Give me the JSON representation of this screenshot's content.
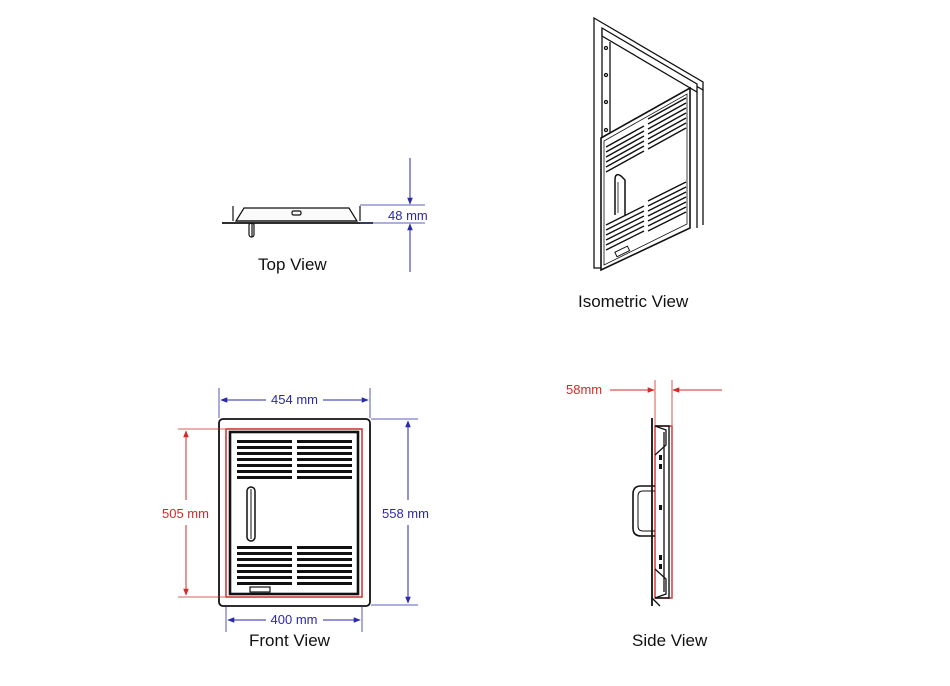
{
  "colors": {
    "outline": "#111111",
    "dimension_blue": "#2a2aa8",
    "dimension_red": "#d42a2a"
  },
  "views": {
    "top": {
      "caption": "Top View",
      "dimension": "48 mm"
    },
    "isometric": {
      "caption": "Isometric View"
    },
    "front": {
      "caption": "Front View",
      "dim_outer_width": "454 mm",
      "dim_inner_width": "400 mm",
      "dim_outer_height": "558 mm",
      "dim_inner_height": "505 mm"
    },
    "side": {
      "caption": "Side View",
      "dimension": "58mm"
    }
  }
}
